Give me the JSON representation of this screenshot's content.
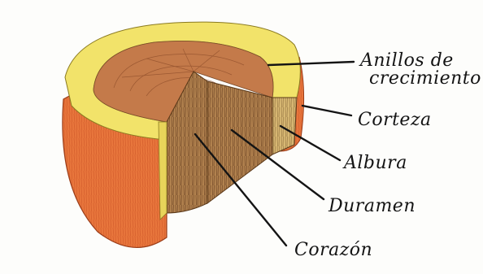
{
  "labels": {
    "anillos_line1": "Anillos de",
    "anillos_line2": "crecimiento",
    "corteza": "Corteza",
    "albura": "Albura",
    "duramen": "Duramen",
    "corazon": "Corazón"
  },
  "colors": {
    "bark": "#e8763c",
    "bark_shadow": "#c2542a",
    "sapwood": "#f2e36a",
    "cross_section": "#c47a4a",
    "heartwood_cut": "#b98a5a",
    "sapwood_cut": "#d6b270",
    "ink": "#141414"
  }
}
